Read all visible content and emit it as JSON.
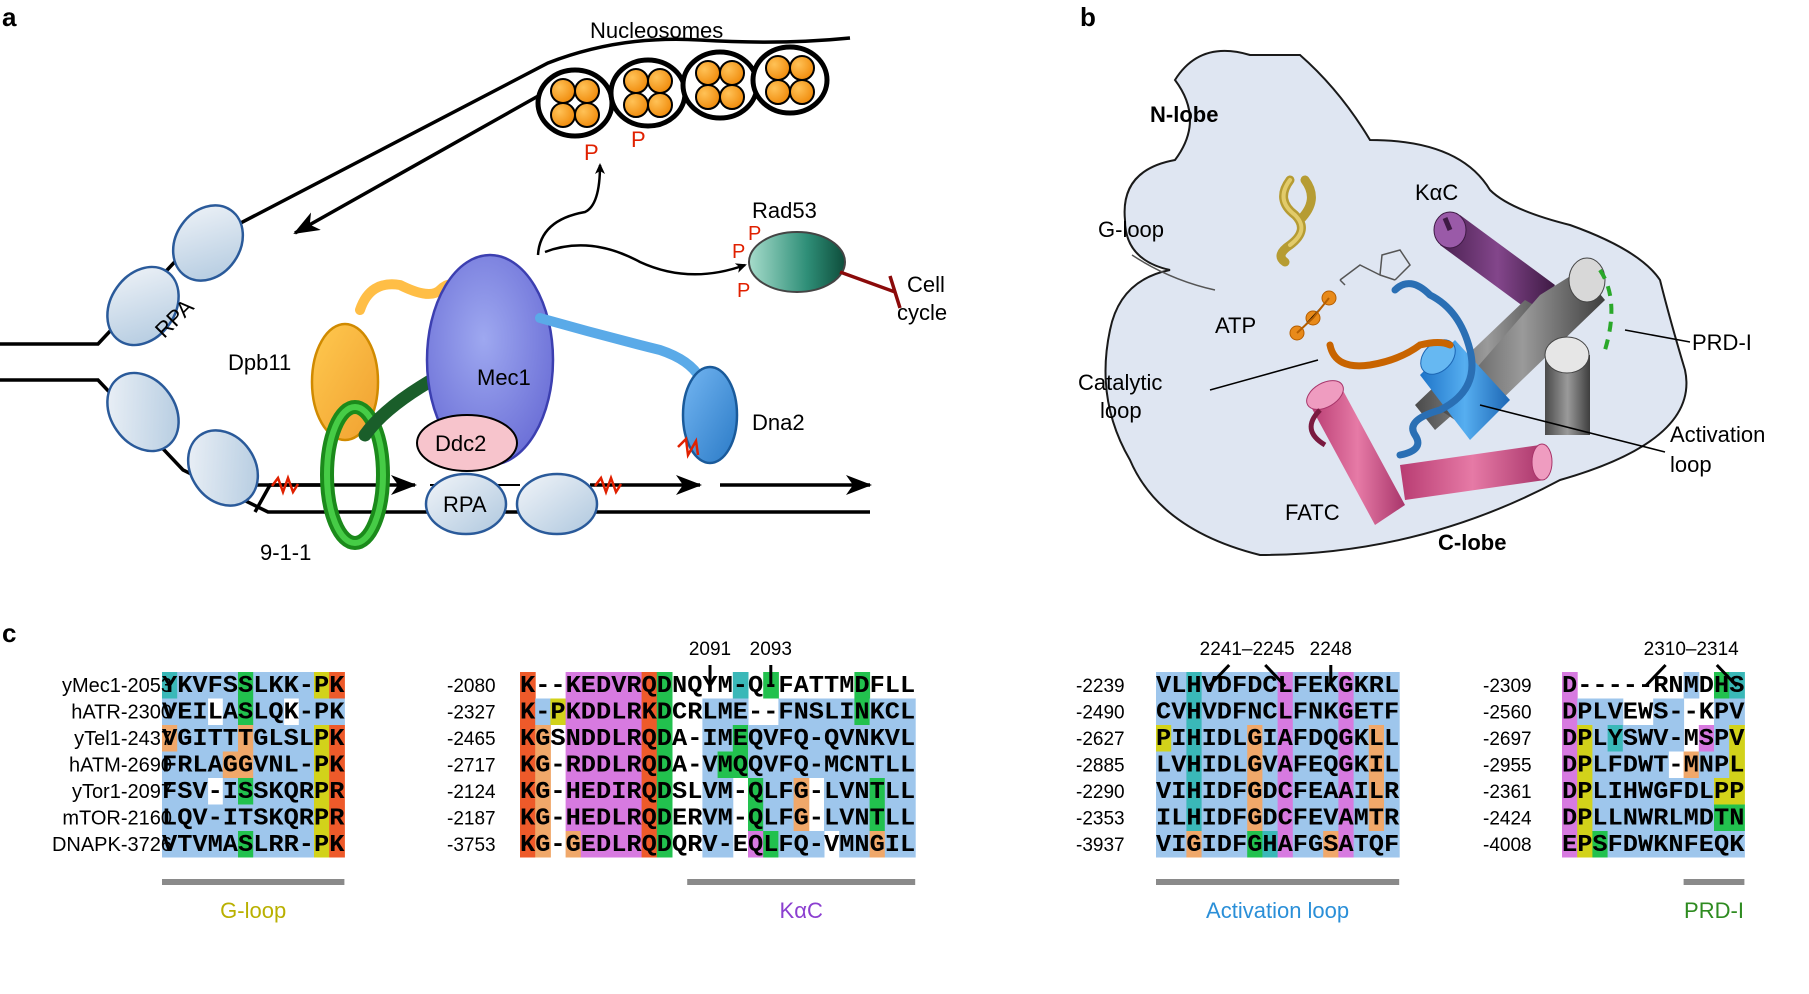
{
  "panel_a": {
    "label": "a",
    "nucleosomes": "Nucleosomes",
    "rpa_top": "RPA",
    "rpa_bottom": "RPA",
    "dpb11": "Dpb11",
    "mec1": "Mec1",
    "ddc2": "Ddc2",
    "dna2": "Dna2",
    "rad53": "Rad53",
    "cell": "Cell",
    "cycle": "cycle",
    "nine11": "9-1-1",
    "p": "P"
  },
  "panel_b": {
    "label": "b",
    "n_lobe": "N-lobe",
    "c_lobe": "C-lobe",
    "g_loop": "G-loop",
    "kac": "KαC",
    "atp": "ATP",
    "catalytic": "Catalytic",
    "loop": "loop",
    "prd": "PRD-I",
    "activation": "Activation",
    "fatc": "FATC"
  },
  "panel_c": {
    "label": "c",
    "position_labels": [
      "2091",
      "2093",
      "2241–2245",
      "2248",
      "2310–2314"
    ],
    "rows": [
      {
        "name": "yMec1-2053",
        "blocks": [
          "YKVFSSLKK-PK",
          "K--KEDVRQDNQYM-Q-FATTMDFLL",
          "VLHVDFDCLFEKGKRL",
          "D-----RNMDHS"
        ],
        "ends": [
          "-2080",
          "-2239",
          "-2309"
        ]
      },
      {
        "name": "hATR-2300",
        "blocks": [
          "VEILASLQK-PK",
          "K-PKDDLRKDCRLME--FNSLINKCL",
          "CVHVDFNCLFNKGETF",
          "DPLVEWS--KPV"
        ],
        "ends": [
          "-2327",
          "-2490",
          "-2560"
        ]
      },
      {
        "name": "yTel1-2437",
        "blocks": [
          "VGITTTGLSLPK",
          "KGSNDDLRQDA-IMEQVFQ-QVNKVL",
          "PIHIDLGIAFDQGKLL",
          "DPLYSWV-MSPV"
        ],
        "ends": [
          "-2465",
          "-2627",
          "-2697"
        ]
      },
      {
        "name": "hATM-2690",
        "blocks": [
          "FRLAGGVNL-PK",
          "KG-RDDLRQDA-VMQQVFQ-MCNTLL",
          "LVHIDLGVAFEQGKIL",
          "DPLFDWT-MNPL"
        ],
        "ends": [
          "-2717",
          "-2885",
          "-2955"
        ]
      },
      {
        "name": "yTor1-2097",
        "blocks": [
          "FSV-ISSKQRPR",
          "KG-HEDIRQDSLVM-QLFG-LVNTLL",
          "VIHIDFGDCFEAAILR",
          "DPLIHWGFDLPP"
        ],
        "ends": [
          "-2124",
          "-2290",
          "-2361"
        ]
      },
      {
        "name": "mTOR-2160",
        "blocks": [
          "LQV-ITSKQRPR",
          "KG-HEDLRQDERVM-QLFG-LVNTLL",
          "ILHIDFGDCFEVAMTR",
          "DPLLNWRLMDTN"
        ],
        "ends": [
          "-2187",
          "-2353",
          "-2424"
        ]
      },
      {
        "name": "DNAPK-3726",
        "blocks": [
          "VTVMASLRR-PK",
          "KG-GEDLRQDQRV-EQLFQ-VMNGIL",
          "VIGIDFGHAFGSATQF",
          "EPSFDWKNFEQK"
        ],
        "ends": [
          "-3753",
          "-3937",
          "-4008"
        ]
      }
    ],
    "segments": [
      {
        "label": "G-loop",
        "color": "#b9b000"
      },
      {
        "label": "KαC",
        "color": "#8b3fd0"
      },
      {
        "label": "Activation loop",
        "color": "#2a8fd8"
      },
      {
        "label": "PRD-I",
        "color": "#2e8b20"
      }
    ],
    "highlight_colors": {
      "B": "#9ec6ec",
      "C": "#3ab8b8",
      "G": "#22c14e",
      "O": "#f0a86a",
      "Y": "#d2d21a",
      "R": "#ee5a2a",
      "M": "#d77ae0"
    },
    "highlight_maps": [
      [
        "CBBBBGBBBBYR",
        "BBB.BGBB.BBB",
        "OBBBBOBBBBYR",
        "BBBBOOBBBBYR",
        "BBB.BGBBBBYR",
        "BBBBBBBBBBYR",
        "BBBBBGBBBBYR"
      ],
      [
        "R..MMMMMRG....C.G.....G...",
        "RBYMMMMMRG..BBB..BBBBBGBBB",
        "RO.MMMMMRG..BBGBBBBBBBBBBB",
        "RO.MMMMMRG..BGGBBBBBBBBBBB",
        "RO.MMMMMRG..BB.GBBO.BBBGBB",
        "RO.MMMMMRG..BB.GBBO.BBBGBB",
        "RO.OMMMMRG..BB.MGBBB.BBOBB"
      ],
      [
        "BBCBBBBBMBBBMBBB",
        "BBCBBBBBMBBBMBBB",
        "YBCBBBOBMBBBMBOB",
        "BBCBBBOBMBBBMBOB",
        "BBCBBBOBMBBBMBOB",
        "BBCBBBOBMBBBMBOB",
        "BBOBBBGCMBBOMBBB"
      ],
      [
        "M.......B.GC",
        "MBBB..BB..BB",
        "MYBCBBBB.MBY",
        "MYBBBBB.OBBY",
        "MYBBBBBBBBYY",
        "MYBBBBBBBBGG",
        "MYGBBBBBBBBB"
      ]
    ]
  }
}
